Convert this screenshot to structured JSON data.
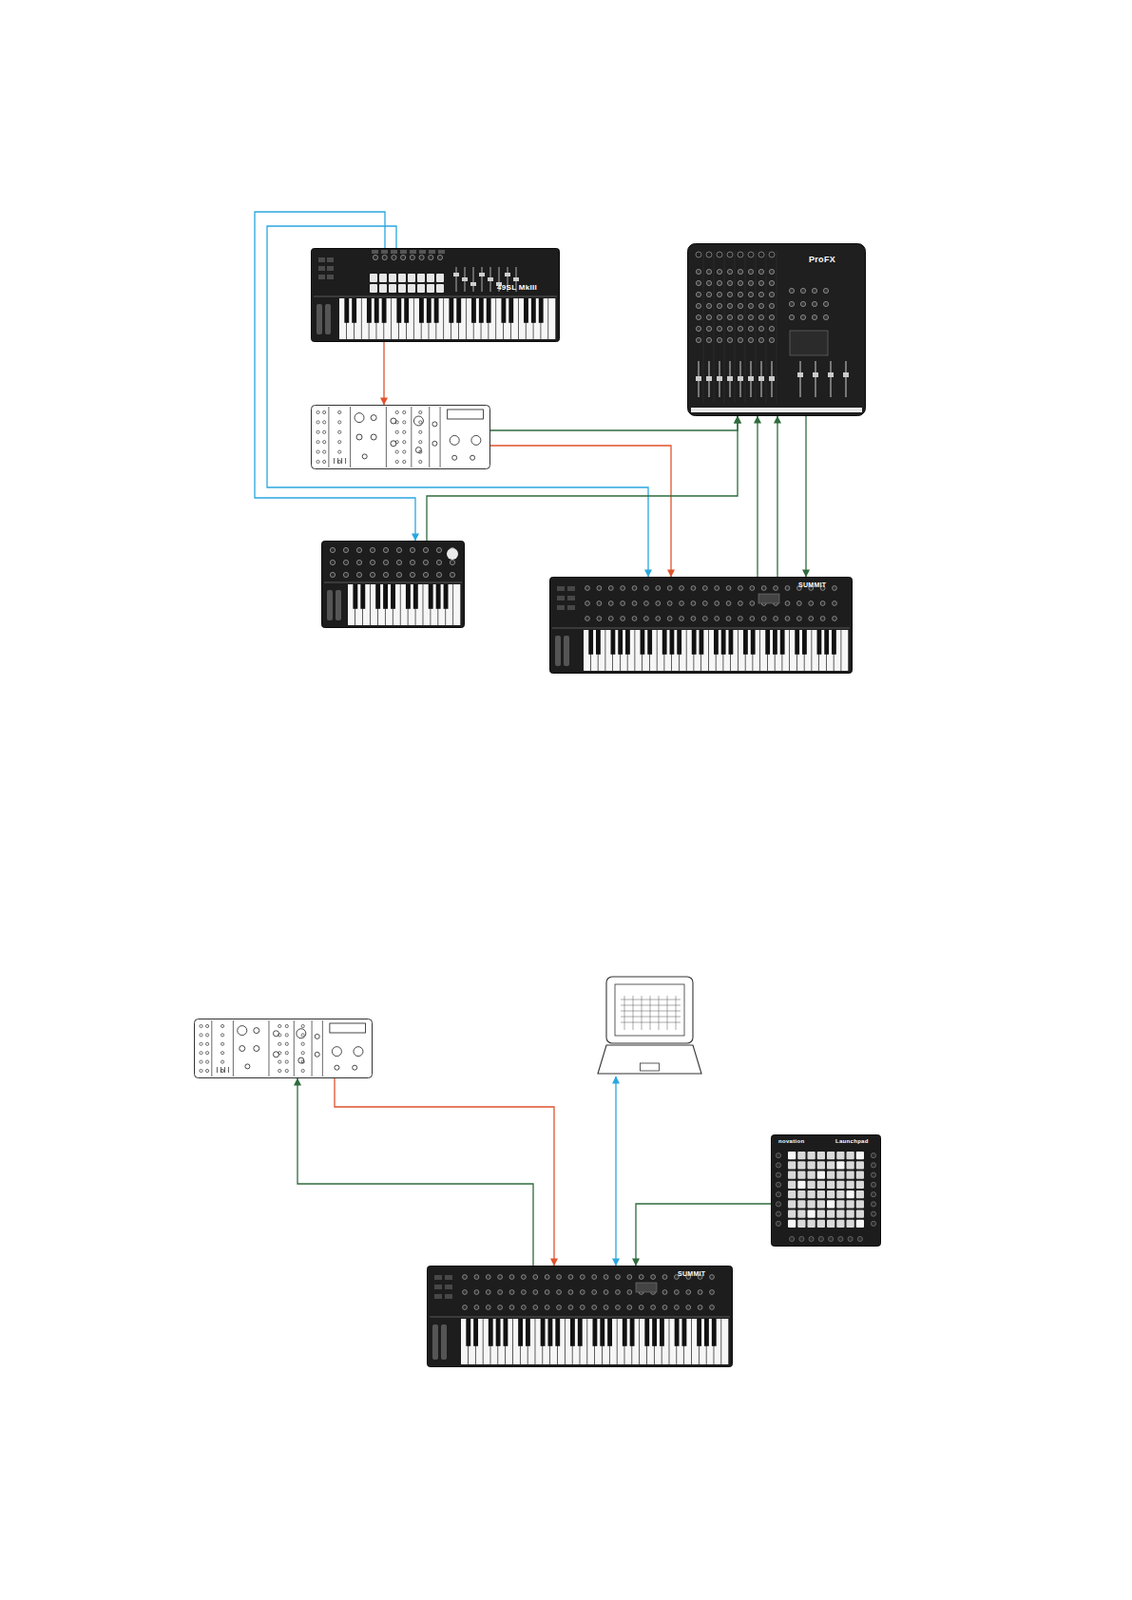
{
  "diagram": {
    "nodes": [
      {
        "text": [
          "49SL MkIII"
        ]
      },
      {
        "text": []
      },
      {
        "text": [
          "ProFX"
        ]
      },
      {
        "text": []
      },
      {
        "text": [
          "SUMMIT"
        ]
      },
      {
        "text": []
      },
      {
        "text": []
      },
      {
        "text": [
          "novation",
          "Launchpad"
        ]
      },
      {
        "text": [
          "SUMMIT"
        ]
      }
    ],
    "edges": [
      {
        "from": 0,
        "to": 3,
        "arrow": "to"
      },
      {
        "from": 0,
        "to": 4,
        "arrow": "to"
      },
      {
        "from": 0,
        "to": 1,
        "arrow": "to"
      },
      {
        "from": 1,
        "to": 2,
        "arrow": "to"
      },
      {
        "from": 1,
        "to": 4,
        "arrow": "to"
      },
      {
        "from": 3,
        "to": 2,
        "arrow": "to"
      },
      {
        "from": 4,
        "to": 2,
        "arrow": "to"
      },
      {
        "from": 4,
        "to": 2,
        "arrow": "to"
      },
      {
        "from": 2,
        "to": 4,
        "arrow": "to"
      },
      {
        "from": 8,
        "to": 5,
        "arrow": "to"
      },
      {
        "from": 5,
        "to": 8,
        "arrow": "to"
      },
      {
        "from": 6,
        "to": 8,
        "arrow": "both"
      },
      {
        "from": 7,
        "to": 8,
        "arrow": "to"
      }
    ]
  }
}
